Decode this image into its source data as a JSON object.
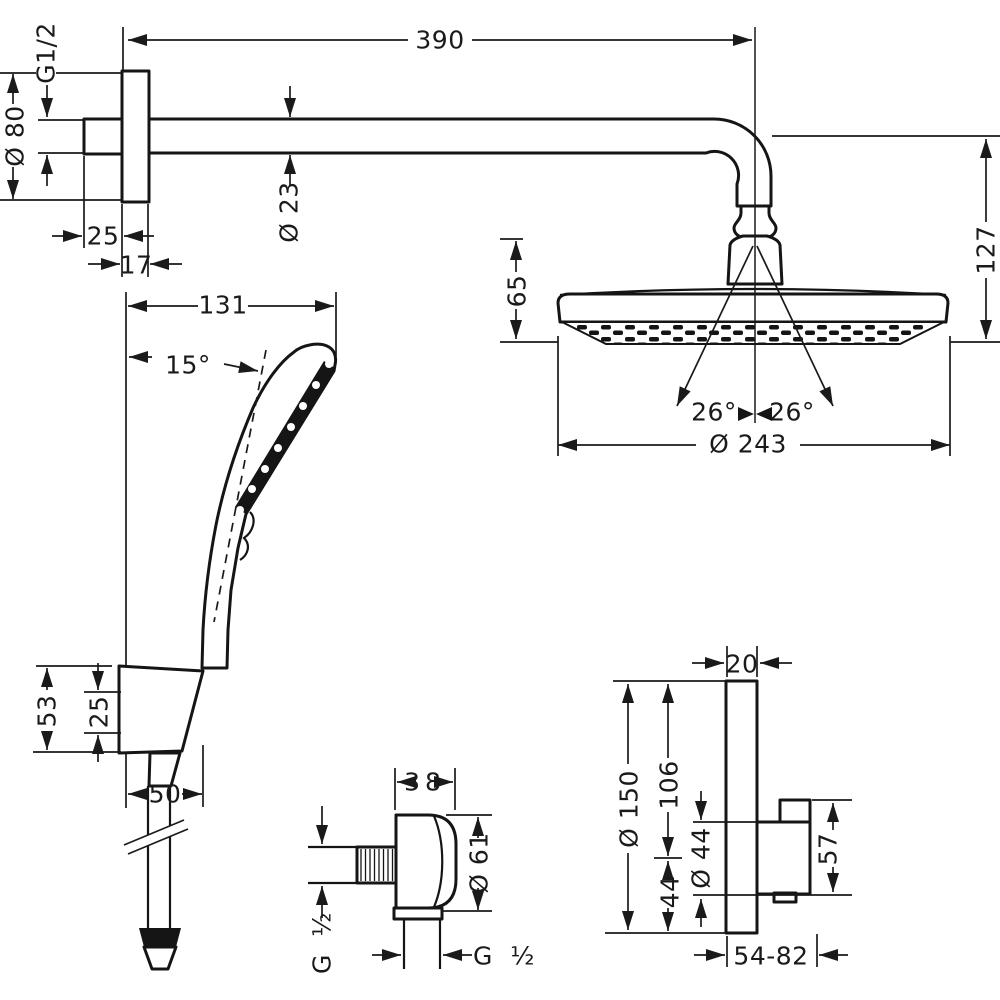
{
  "drawing": {
    "type": "technical dimension drawing",
    "subject": "overhead shower with arm, hand shower with holder and hose, wall outlet, concealed thermostat mixer",
    "units": "mm",
    "colors": {
      "ink": "#1a1a1a",
      "background": "#ffffff"
    }
  },
  "labels": {
    "arm": {
      "thread": "G1/2",
      "flange_dia": "Ø 80",
      "length": "390",
      "stub_len": "25",
      "flange_thk": "17",
      "pipe_dia": "Ø 23"
    },
    "overhead": {
      "drop": "127",
      "head_height": "65",
      "angle_left": "26°",
      "angle_right": "26°",
      "head_dia": "Ø 243"
    },
    "handshower": {
      "reach": "131",
      "tilt": "15°",
      "holder_height": "53",
      "holder_offset": "25",
      "holder_depth": "50"
    },
    "outlet": {
      "width": "38",
      "dia": "Ø 61",
      "thread_side": "G ½",
      "thread_bottom": "G ½"
    },
    "mixer": {
      "plate_thk": "20",
      "plate_dia": "Ø 150",
      "upper_span": "106",
      "lower_span": "44",
      "handle_dia": "Ø 44",
      "handle_height": "57",
      "depth_range": "54-82"
    }
  }
}
